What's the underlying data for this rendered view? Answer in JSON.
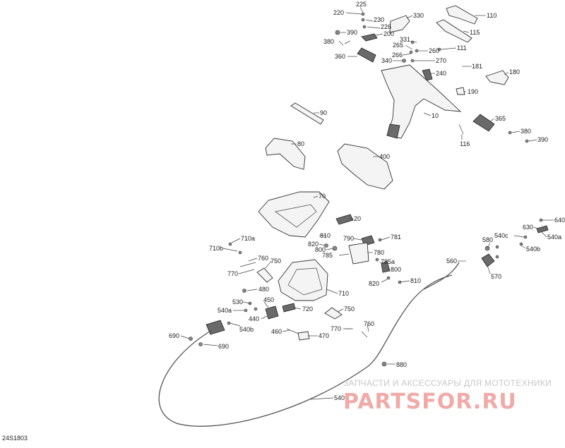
{
  "diagram": {
    "code": "24S1803",
    "watermark": {
      "tagline": "ЗАПЧАСТИ И АКСЕССУАРЫ ДЛЯ МОТОТЕХНИКИ",
      "logo": "PARTSFOR.RU",
      "color": "#f0aaa8"
    },
    "callouts": [
      "225",
      "220",
      "230",
      "226",
      "200",
      "390",
      "380",
      "330",
      "110",
      "115",
      "331",
      "265",
      "260",
      "111",
      "360",
      "266",
      "270",
      "340",
      "181",
      "180",
      "240",
      "190",
      "90",
      "10",
      "365",
      "380",
      "116",
      "390",
      "80",
      "400",
      "70",
      "20",
      "640",
      "630",
      "540a",
      "540c",
      "540b",
      "810",
      "781",
      "710a",
      "820",
      "790",
      "710b",
      "800",
      "780",
      "580",
      "560",
      "785",
      "785a",
      "760",
      "750",
      "800",
      "770",
      "570",
      "810",
      "820",
      "480",
      "710",
      "530",
      "450",
      "720",
      "750",
      "540a",
      "440",
      "760",
      "540b",
      "770",
      "460",
      "470",
      "690",
      "690",
      "880",
      "540"
    ]
  }
}
